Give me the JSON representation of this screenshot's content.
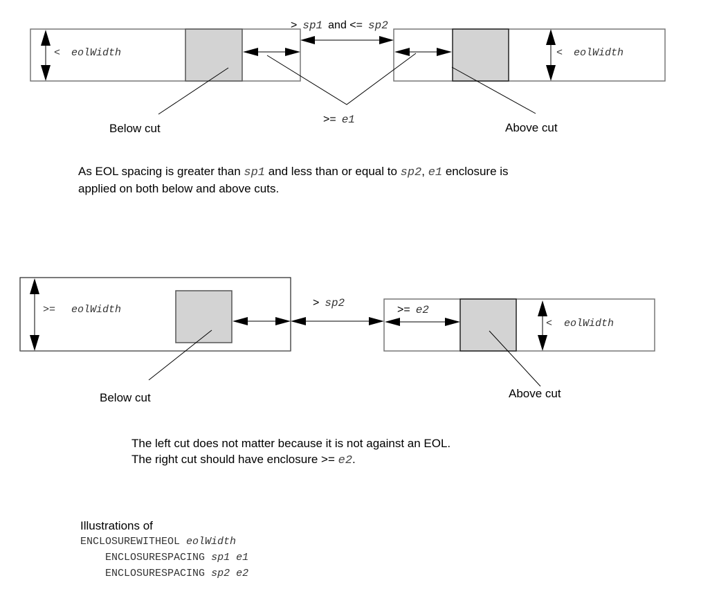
{
  "diagram1": {
    "left_wire_label_op": "<",
    "left_wire_label_var": "eolWidth",
    "right_wire_label_op": "<",
    "right_wire_label_var": "eolWidth",
    "spacing_label_op1": ">",
    "spacing_label_var1": "sp1",
    "spacing_label_mid": "and <=",
    "spacing_label_var2": "sp2",
    "enclosure_label_op": ">=",
    "enclosure_label_var": "e1",
    "below_cut_label": "Below cut",
    "above_cut_label": "Above cut",
    "caption": {
      "part1": "As EOL spacing is greater than ",
      "var1": "sp1",
      "part2": " and less than or equal to ",
      "var2": "sp2",
      "part3": ", ",
      "var3": "e1",
      "part4": " enclosure is",
      "line2": "applied on both below and above cuts."
    }
  },
  "diagram2": {
    "left_wire_label_op": ">=",
    "left_wire_label_var": "eolWidth",
    "right_wire_label_op": "<",
    "right_wire_label_var": "eolWidth",
    "spacing_label_op": ">",
    "spacing_label_var": "sp2",
    "enclosure_label_op": ">=",
    "enclosure_label_var": "e2",
    "below_cut_label": "Below cut",
    "above_cut_label": "Above cut",
    "caption": {
      "line1": "The left cut does not matter because it is not against an EOL.",
      "line2_part1": "The right cut should have enclosure >= ",
      "line2_var": "e2",
      "line2_part2": "."
    }
  },
  "footer": {
    "title": "Illustrations of",
    "line1_keyword": "ENCLOSUREWITHEOL",
    "line1_var": "eolWidth",
    "line2_keyword": "ENCLOSURESPACING",
    "line2_var1": "sp1",
    "line2_var2": "e1",
    "line3_keyword": "ENCLOSURESPACING",
    "line3_var1": "sp2",
    "line3_var2": "e2"
  }
}
